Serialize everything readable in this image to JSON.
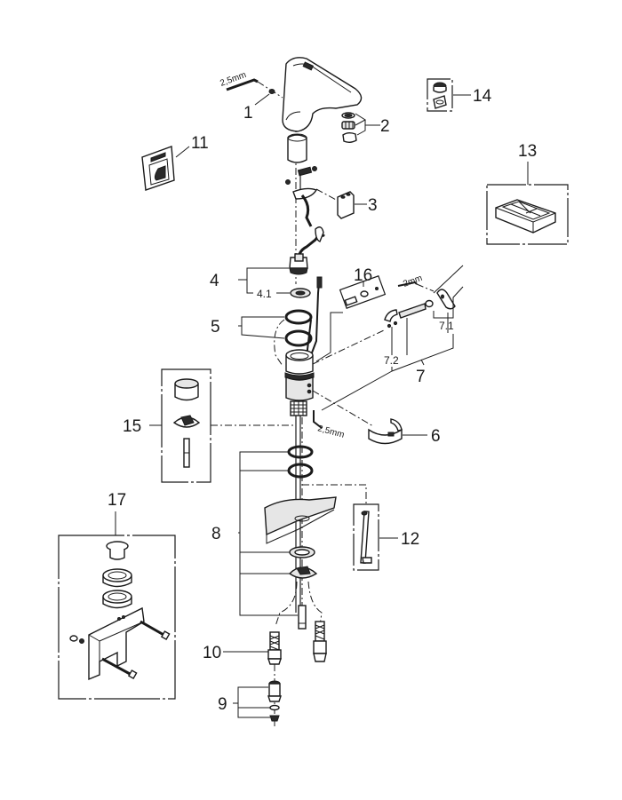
{
  "diagram": {
    "title": "Basin mixer exploded parts view",
    "tool_labels": {
      "hex_key_top": "2,5mm",
      "hex_key_lever": "2mm",
      "hex_key_body": "2,5mm"
    },
    "callouts": [
      {
        "id": "1",
        "label": "1"
      },
      {
        "id": "2",
        "label": "2"
      },
      {
        "id": "3",
        "label": "3"
      },
      {
        "id": "4",
        "label": "4"
      },
      {
        "id": "4.1",
        "label": "4.1"
      },
      {
        "id": "5",
        "label": "5"
      },
      {
        "id": "6",
        "label": "6"
      },
      {
        "id": "7",
        "label": "7"
      },
      {
        "id": "7.1",
        "label": "7.1"
      },
      {
        "id": "7.2",
        "label": "7.2"
      },
      {
        "id": "8",
        "label": "8"
      },
      {
        "id": "9",
        "label": "9"
      },
      {
        "id": "10",
        "label": "10"
      },
      {
        "id": "11",
        "label": "11"
      },
      {
        "id": "12",
        "label": "12"
      },
      {
        "id": "13",
        "label": "13"
      },
      {
        "id": "14",
        "label": "14"
      },
      {
        "id": "15",
        "label": "15"
      },
      {
        "id": "16",
        "label": "16"
      },
      {
        "id": "17",
        "label": "17"
      }
    ]
  }
}
